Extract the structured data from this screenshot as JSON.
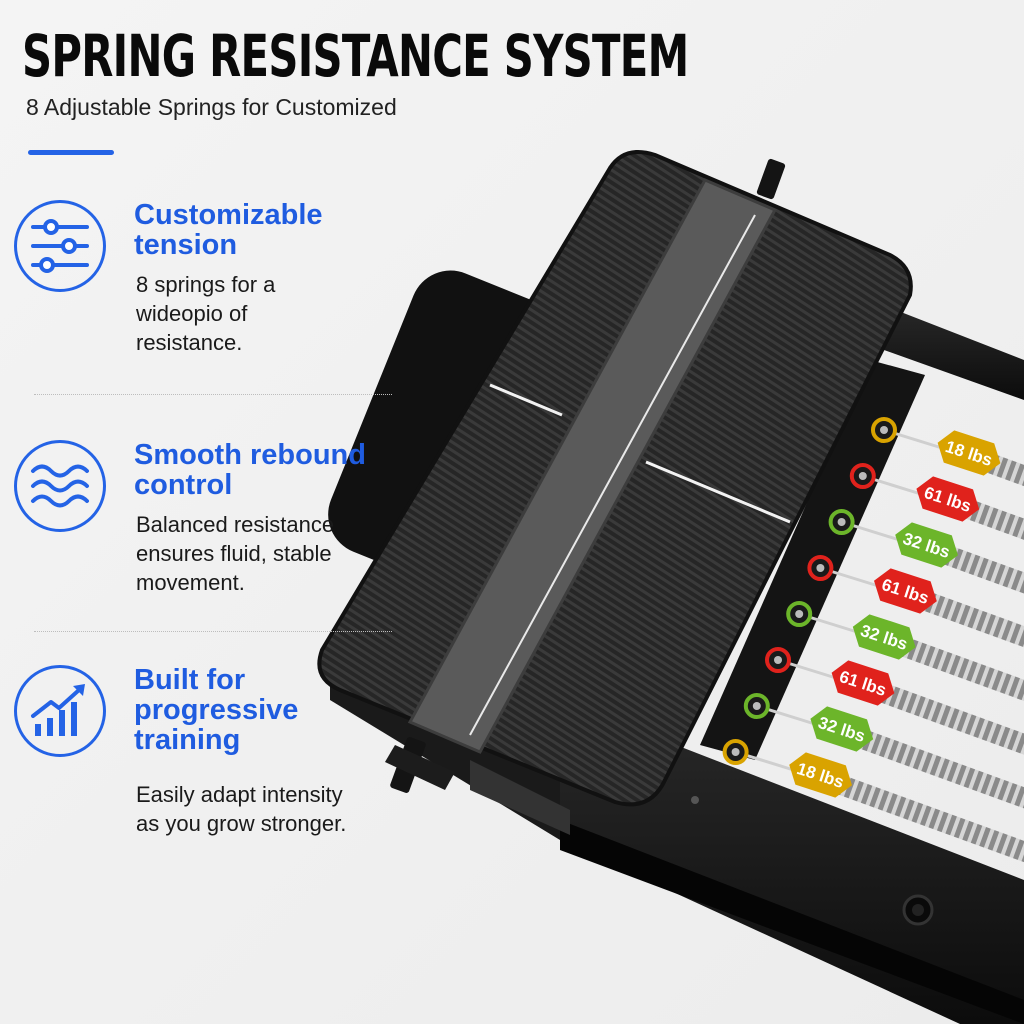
{
  "header": {
    "title": "SPRING RESISTANCE SYSTEM",
    "subtitle": "8 Adjustable Springs for Customized"
  },
  "features": [
    {
      "icon": "sliders-icon",
      "heading": "Customizable\ntension",
      "body": "8 springs for a\nwideopio of\nresistance."
    },
    {
      "icon": "waves-icon",
      "heading": "Smooth rebound\ncontrol",
      "body": "Balanced resistance\nensures fluid, stable\nmovement."
    },
    {
      "icon": "growth-chart-icon",
      "heading": "Built for\nprogressive\ntraining",
      "body": "Easily adapt intensity\nas you grow stronger."
    }
  ],
  "springs": [
    {
      "label": "18 lbs",
      "color": "#d9a300"
    },
    {
      "label": "61 lbs",
      "color": "#e0221c"
    },
    {
      "label": "32 lbs",
      "color": "#6cb52a"
    },
    {
      "label": "61 lbs",
      "color": "#e0221c"
    },
    {
      "label": "32 lbs",
      "color": "#6cb52a"
    },
    {
      "label": "61 lbs",
      "color": "#e0221c"
    },
    {
      "label": "32 lbs",
      "color": "#6cb52a"
    },
    {
      "label": "18 lbs",
      "color": "#d9a300"
    }
  ],
  "colors": {
    "accent": "#2463e6",
    "heading": "#1f5ce0"
  }
}
